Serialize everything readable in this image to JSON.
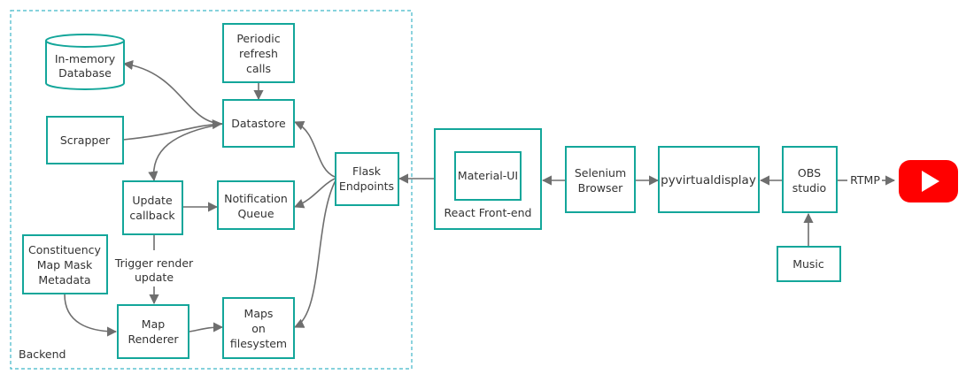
{
  "colors": {
    "box_border": "#13a69a",
    "arrow": "#6e6e6e",
    "group_border": "#3fb6c8",
    "youtube_red": "#ff0000"
  },
  "group": {
    "label": "Backend"
  },
  "nodes": {
    "db": {
      "lines": [
        "In-memory",
        "Database"
      ]
    },
    "periodic": {
      "lines": [
        "Periodic",
        "refresh",
        "calls"
      ]
    },
    "scrapper": {
      "lines": [
        "Scrapper"
      ]
    },
    "datastore": {
      "lines": [
        "Datastore"
      ]
    },
    "update": {
      "lines": [
        "Update",
        "callback"
      ]
    },
    "notif": {
      "lines": [
        "Notification",
        "Queue"
      ]
    },
    "flask": {
      "lines": [
        "Flask",
        "Endpoints"
      ]
    },
    "constituency": {
      "lines": [
        "Constituency",
        "Map Mask",
        "Metadata"
      ]
    },
    "renderer": {
      "lines": [
        "Map",
        "Renderer"
      ]
    },
    "maps": {
      "lines": [
        "Maps",
        "on",
        "filesystem"
      ]
    },
    "react": {
      "lines": [
        "React Front-end"
      ]
    },
    "material": {
      "lines": [
        "Material-UI"
      ]
    },
    "selenium": {
      "lines": [
        "Selenium",
        "Browser"
      ]
    },
    "pyvirtual": {
      "lines": [
        "pyvirtualdisplay"
      ]
    },
    "obs": {
      "lines": [
        "OBS",
        "studio"
      ]
    },
    "music": {
      "lines": [
        "Music"
      ]
    }
  },
  "edge_labels": {
    "trigger": [
      "Trigger render",
      "update"
    ],
    "rtmp": "RTMP"
  },
  "icons": {
    "stream_target": "youtube-icon"
  }
}
